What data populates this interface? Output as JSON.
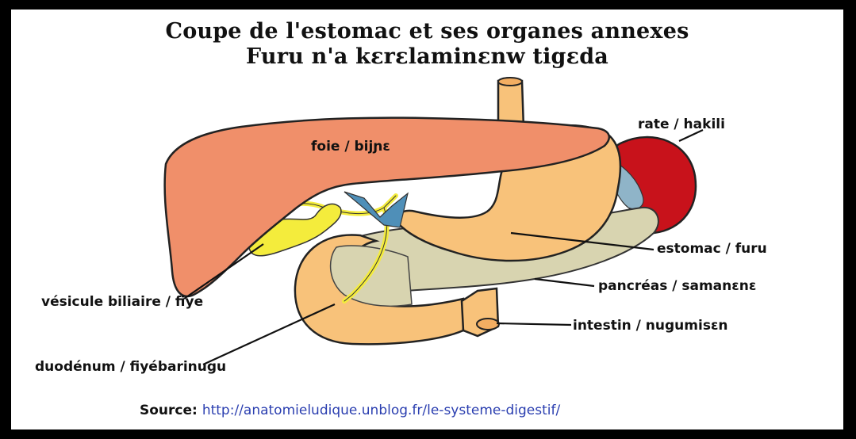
{
  "title": {
    "line1": "Coupe de l'estomac et ses organes annexes",
    "line2": "Furu n'a kɛrɛlaminɛnw tigɛda"
  },
  "labels": {
    "liver": "foie / bijɲɛ",
    "spleen": "rate / hakili",
    "stomach": "estomac / furu",
    "pancreas": "pancréas / samanɛnɛ",
    "gallbladder": "vésicule biliaire / fiye",
    "intestine": "intestin / nugumisɛn",
    "duodenum": "duodénum / fiyébarinugu"
  },
  "source": {
    "label": "Source:",
    "url": "http://anatomieludique.unblog.fr/le-systeme-digestif/"
  },
  "colors": {
    "liver": "#f08f6a",
    "stomach": "#f8c27a",
    "spleen": "#c8121b",
    "pancreas": "#d8d4b0",
    "bile": "#f4ec3c",
    "vessel": "#4f8fb8",
    "source_url": "#2b3fb0"
  }
}
